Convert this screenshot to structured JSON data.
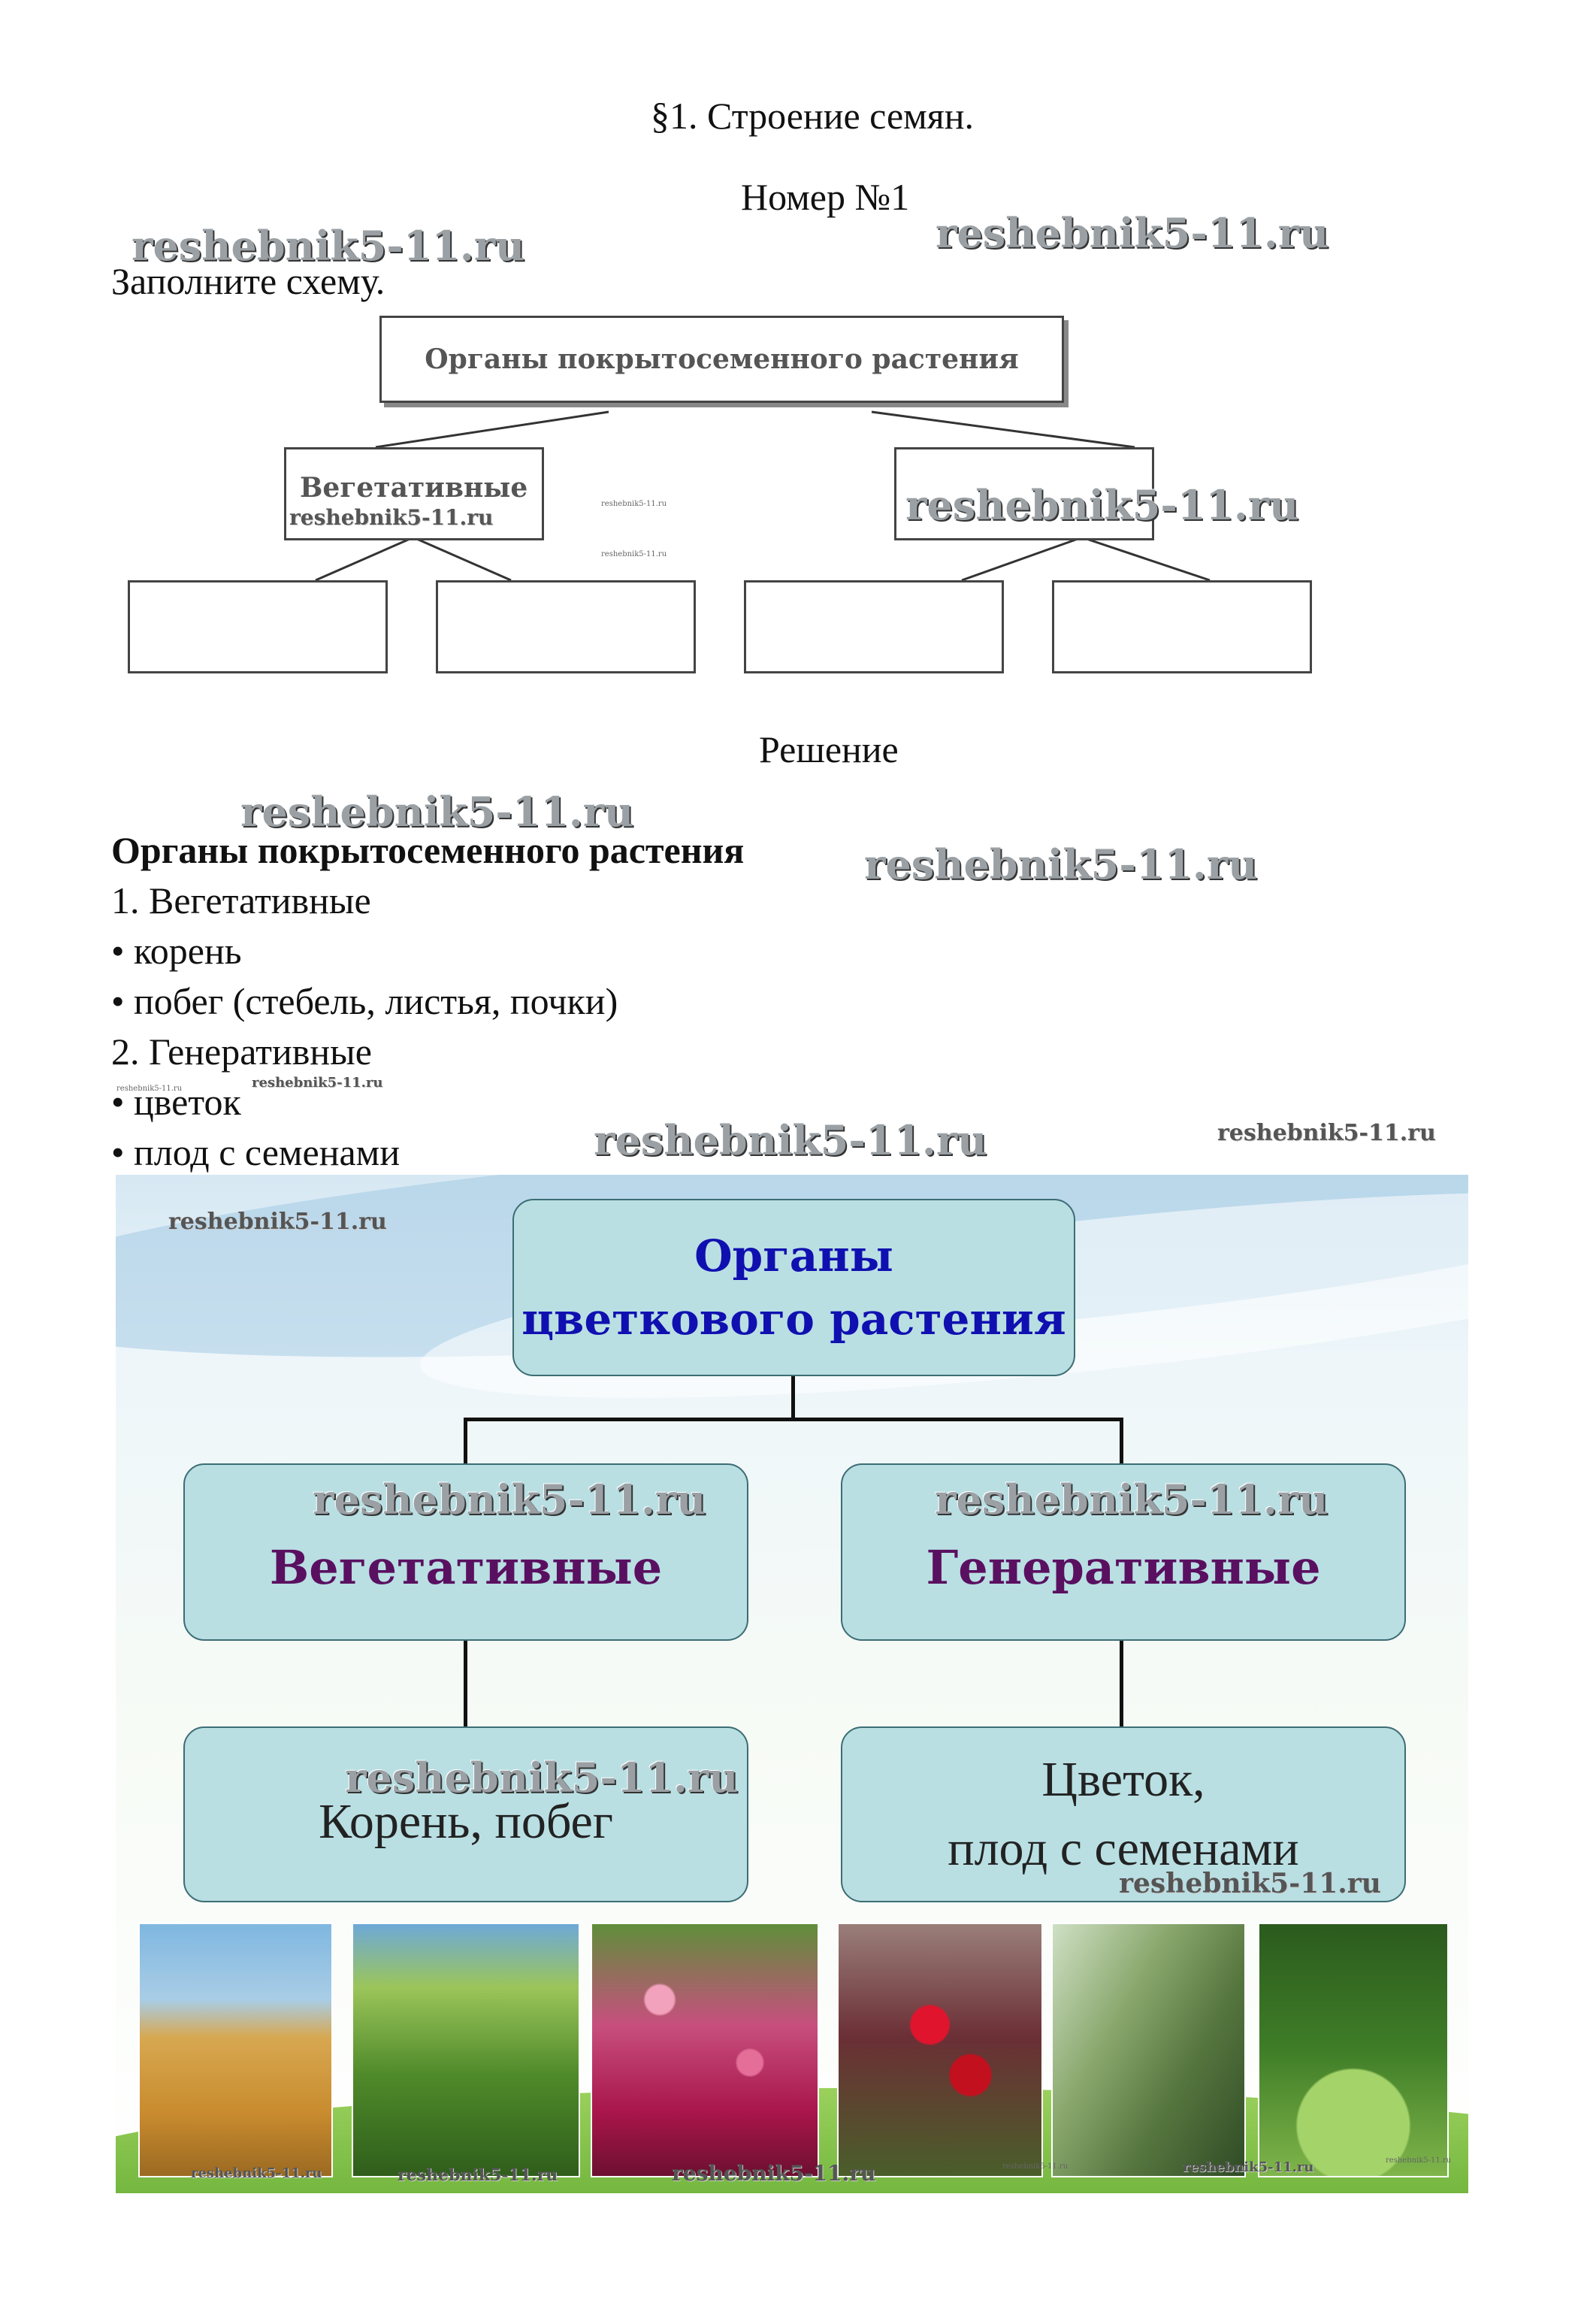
{
  "title": "§1. Строение семян.",
  "number": "Номер №1",
  "task": "Заполните схему.",
  "scheme1": {
    "top": "Органы покрытосеменного растения",
    "left": "Вегетативные",
    "right_hidden": ""
  },
  "solution_label": "Решение",
  "answer": {
    "heading": "Органы покрытосеменного растения",
    "lines": [
      "1. Вегетативные",
      "• корень",
      "• побег (стебель, листья, почки)",
      "2. Генеративные",
      "• цветок",
      "• плод с семенами"
    ]
  },
  "scheme2": {
    "top_line1": "Органы",
    "top_line2": "цветкового растения",
    "veg": "Вегетативные",
    "gen": "Генеративные",
    "veg_items": "Корень, побег",
    "gen_items_1": "Цветок,",
    "gen_items_2": "плод с семенами",
    "top_color": "#1010b0",
    "branch_color": "#5a1060"
  },
  "watermark": "reshebnik5-11.ru",
  "photos": [
    "wheat-photo",
    "corn-photo",
    "tulips-photo",
    "apples-photo",
    "beans-photo",
    "peas-photo"
  ]
}
